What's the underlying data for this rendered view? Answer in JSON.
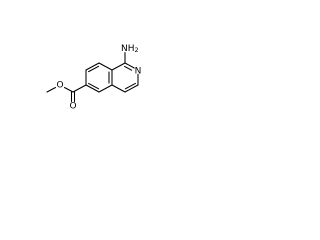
{
  "structure": {
    "amino_label": "NH2",
    "ring_nitrogen_label": "N",
    "carbonyl_oxygen_label": "O",
    "ester_oxygen_label": "O"
  }
}
